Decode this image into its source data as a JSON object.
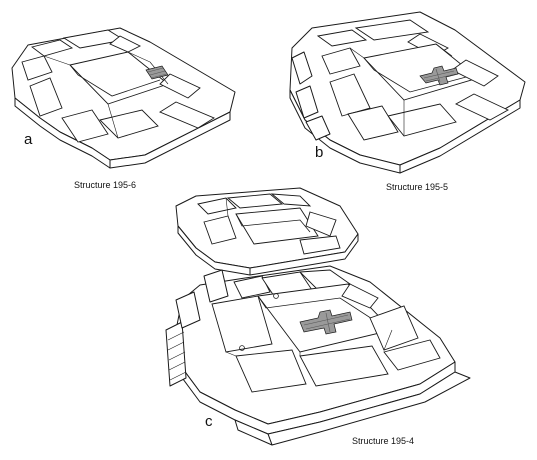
{
  "panels": [
    {
      "letter": "a",
      "caption": "Structure 195-6"
    },
    {
      "letter": "b",
      "caption": "Structure 195-5"
    },
    {
      "letter": "c",
      "caption": "Structure 195-4"
    }
  ],
  "colors": {
    "line": "#1a1a1a",
    "fill": "#ffffff",
    "shaded_feature": "#9a9a9a"
  }
}
